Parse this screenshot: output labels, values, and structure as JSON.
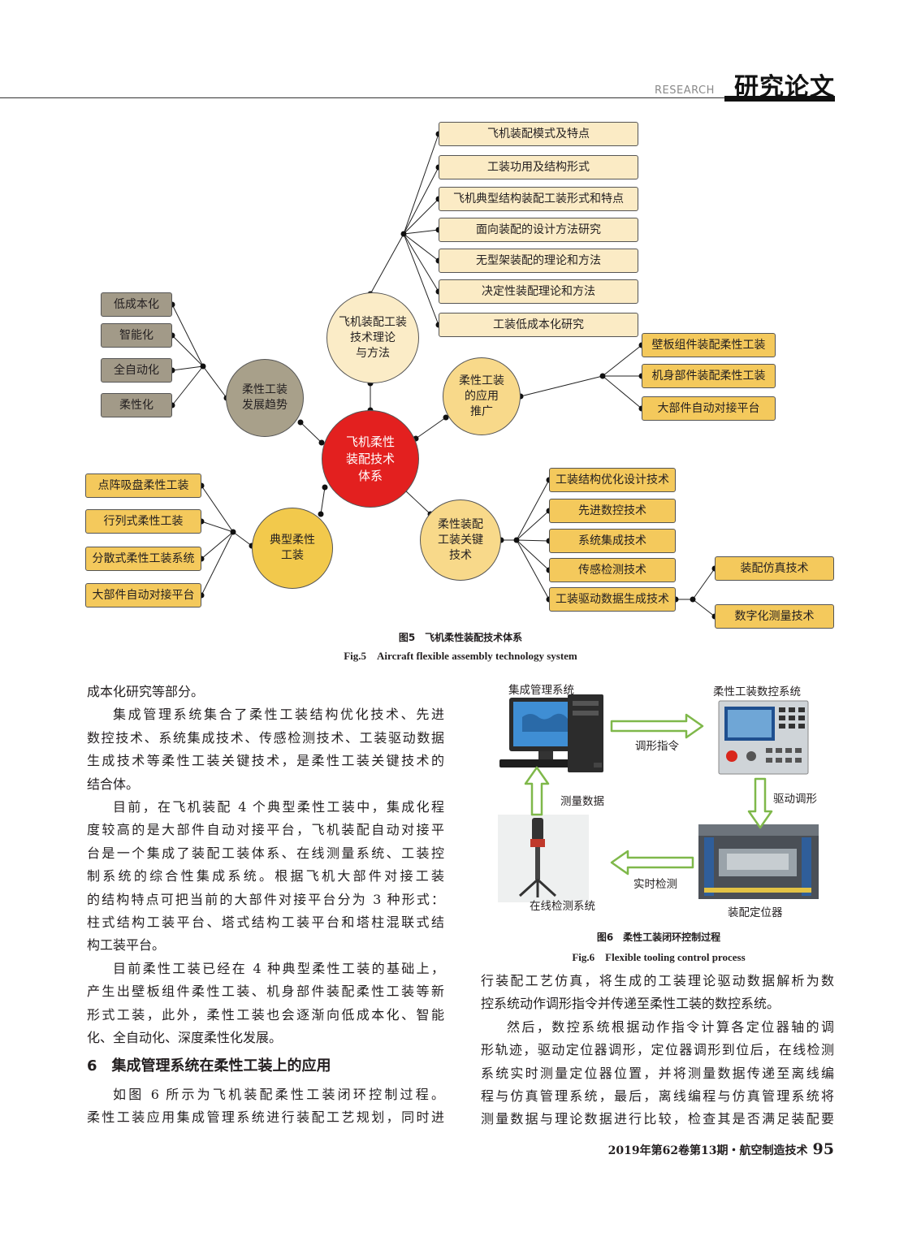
{
  "header": {
    "research": "RESEARCH",
    "title": "研究论文"
  },
  "fig5": {
    "center": "飞机柔性\n装配技术\n体系",
    "trend": {
      "label": "柔性工装\n发展趋势",
      "items": [
        "低成本化",
        "智能化",
        "全自动化",
        "柔性化"
      ]
    },
    "theory": {
      "label": "飞机装配工装\n技术理论\n与方法",
      "items": [
        "飞机装配模式及特点",
        "工装功用及结构形式",
        "飞机典型结构装配工装形式和特点",
        "面向装配的设计方法研究",
        "无型架装配的理论和方法",
        "决定性装配理论和方法",
        "工装低成本化研究"
      ]
    },
    "apply": {
      "label": "柔性工装\n的应用\n推广",
      "items": [
        "壁板组件装配柔性工装",
        "机身部件装配柔性工装",
        "大部件自动对接平台"
      ]
    },
    "typical": {
      "label": "典型柔性\n工装",
      "items": [
        "点阵吸盘柔性工装",
        "行列式柔性工装",
        "分散式柔性工装系统",
        "大部件自动对接平台"
      ]
    },
    "key": {
      "label": "柔性装配\n工装关键\n技术",
      "items": [
        "工装结构优化设计技术",
        "先进数控技术",
        "系统集成技术",
        "传感检测技术",
        "工装驱动数据生成技术"
      ],
      "sub": [
        "装配仿真技术",
        "数字化测量技术"
      ]
    },
    "caption_zh": "图5　飞机柔性装配技术体系",
    "caption_en": "Fig.5　Aircraft flexible assembly technology system"
  },
  "fig6": {
    "mgmt": "集成管理系统",
    "cnc": "柔性工装数控系统",
    "cmd": "调形指令",
    "drive": "驱动调形",
    "measure": "测量数据",
    "realtime": "实时检测",
    "online": "在线检测系统",
    "locator": "装配定位器",
    "caption_zh": "图6　柔性工装闭环控制过程",
    "caption_en": "Fig.6　Flexible tooling control process"
  },
  "left_col": [
    "成本化研究等部分。",
    "集成管理系统集合了柔性工装结构优化技术、先进",
    "数控技术、系统集成技术、传感检测技术、工装驱动数据",
    "生成技术等柔性工装关键技术，是柔性工装关键技术的",
    "结合体。",
    "目前，在飞机装配 4 个典型柔性工装中，集成化程",
    "度较高的是大部件自动对接平台，飞机装配自动对接平",
    "台是一个集成了装配工装体系、在线测量系统、工装控",
    "制系统的综合性集成系统。根据飞机大部件对接工装",
    "的结构特点可把当前的大部件对接平台分为 3 种形式：",
    "柱式结构工装平台、塔式结构工装平台和塔柱混联式结",
    "构工装平台。",
    "目前柔性工装已经在 4 种典型柔性工装的基础上，",
    "产生出壁板组件柔性工装、机身部件装配柔性工装等新",
    "形式工装，此外，柔性工装也会逐渐向低成本化、智能",
    "化、全自动化、深度柔性化发展。"
  ],
  "section": {
    "heading": "6　集成管理系统在柔性工装上的应用",
    "lines": [
      "如图 6 所示为飞机装配柔性工装闭环控制过程。",
      "柔性工装应用集成管理系统进行装配工艺规划，同时进"
    ]
  },
  "right_col": [
    "行装配工艺仿真，将生成的工装理论驱动数据解析为数",
    "控系统动作调形指令并传递至柔性工装的数控系统。",
    "然后，数控系统根据动作指令计算各定位器轴的调",
    "形轨迹，驱动定位器调形，定位器调形到位后，在线检测",
    "系统实时测量定位器位置，并将测量数据传递至离线编",
    "程与仿真管理系统，最后，离线编程与仿真管理系统将",
    "测量数据与理论数据进行比较，检查其是否满足装配要"
  ],
  "footer": {
    "issue": "2019年第62卷第13期・航空制造技术",
    "page": "95"
  },
  "colors": {
    "center": "#e02020",
    "arrow": "#7fb84a"
  }
}
